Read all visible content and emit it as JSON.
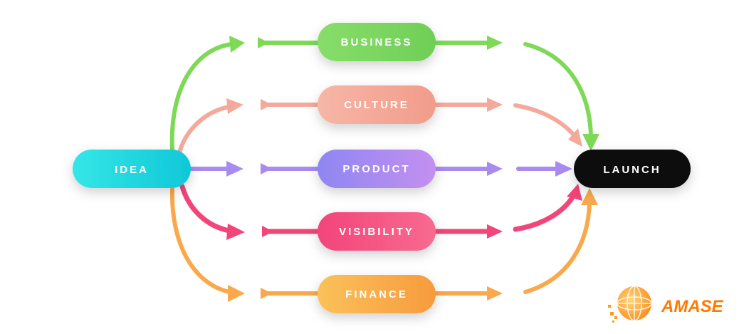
{
  "diagram": {
    "source": {
      "label": "IDEA"
    },
    "target": {
      "label": "LAUNCH"
    },
    "branches": [
      {
        "label": "BUSINESS",
        "color": "#7ed957"
      },
      {
        "label": "CULTURE",
        "color": "#f4a99a"
      },
      {
        "label": "PRODUCT",
        "color": "#a98bf0"
      },
      {
        "label": "VISIBILITY",
        "color": "#f2457a"
      },
      {
        "label": "FINANCE",
        "color": "#f9a94b"
      }
    ],
    "colors": {
      "idea_start": "#35e6e6",
      "idea_end": "#0fc8d8",
      "launch": "#111111",
      "business_start": "#88dd6a",
      "business_end": "#6fcf56",
      "culture_start": "#f7b6a6",
      "culture_end": "#f29c8b",
      "product_start": "#8f86f2",
      "product_end": "#c390f0",
      "visibility_start": "#f2457a",
      "visibility_end": "#f86a90",
      "finance_start": "#fbc15a",
      "finance_end": "#f79b3d"
    }
  },
  "logo": {
    "text": "AMASE",
    "icon": "globe-icon",
    "color": "#ff7a00"
  }
}
